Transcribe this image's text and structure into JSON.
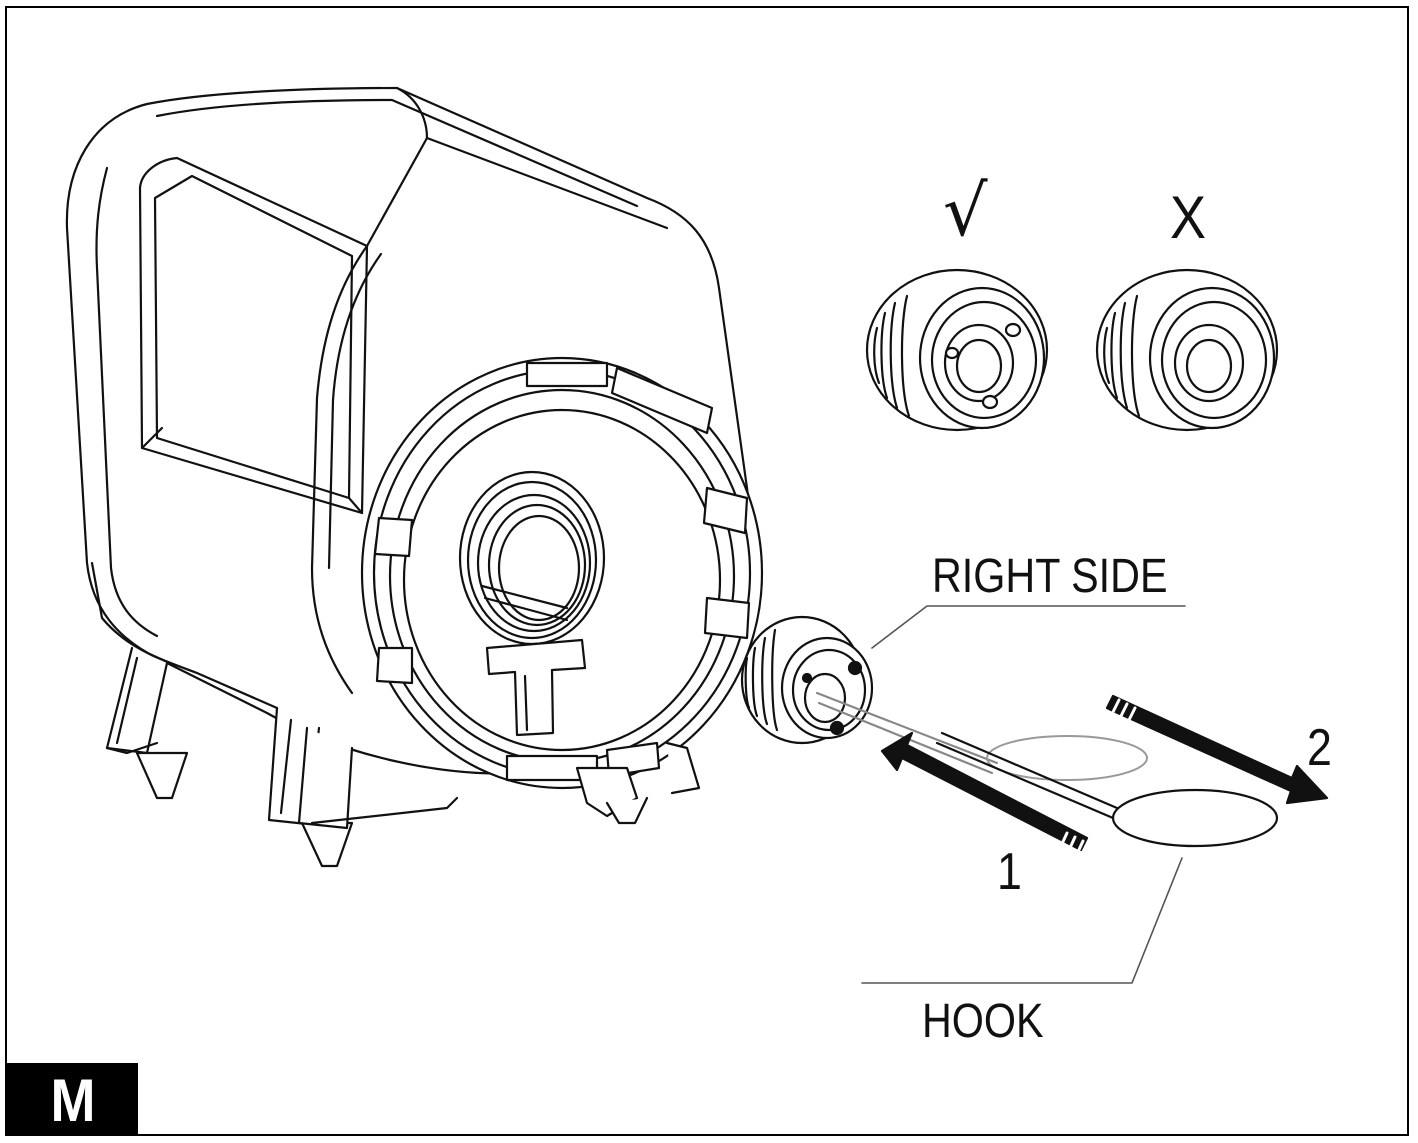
{
  "labels": {
    "right_side": "RIGHT SIDE",
    "hook": "HOOK",
    "step_1": "1",
    "step_2": "2",
    "correct_mark": "√",
    "incorrect_mark": "X"
  },
  "panel": {
    "letter": "M"
  },
  "colors": {
    "line": "#111111",
    "leader_line": "#555555",
    "background": "#ffffff",
    "badge": "#000000"
  }
}
